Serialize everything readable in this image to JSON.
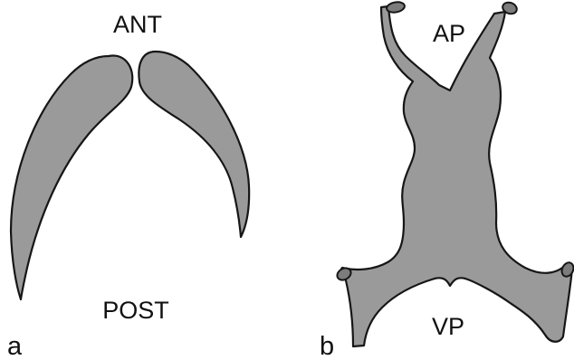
{
  "panel_a": {
    "letter": "a",
    "top_label": "ANT",
    "bottom_label": "POST"
  },
  "panel_b": {
    "letter": "b",
    "top_label": "AP",
    "bottom_label": "VP"
  },
  "colors": {
    "fill": "#9a9a9a",
    "outline": "#161616",
    "background": "#ffffff"
  }
}
